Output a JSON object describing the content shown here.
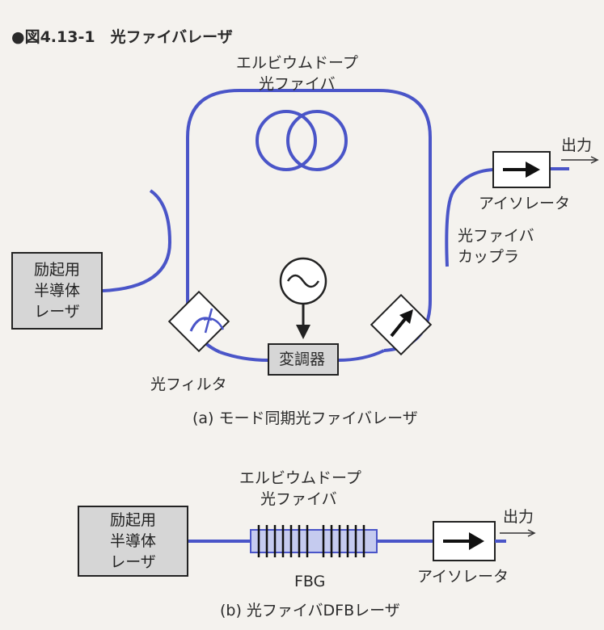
{
  "figure_title": "●図4.13-1　光ファイバレーザ",
  "a": {
    "edf_line1": "エルビウムドープ",
    "edf_line2": "光ファイバ",
    "pump_line1": "励起用",
    "pump_line2": "半導体",
    "pump_line3": "レーザ",
    "modulator": "変調器",
    "filter": "光フィルタ",
    "isolator": "アイソレータ",
    "coupler_line1": "光ファイバ",
    "coupler_line2": "カップラ",
    "output": "出力",
    "caption": "(a) モード同期光ファイバレーザ"
  },
  "b": {
    "edf_line1": "エルビウムドープ",
    "edf_line2": "光ファイバ",
    "pump_line1": "励起用",
    "pump_line2": "半導体",
    "pump_line3": "レーザ",
    "fbg": "FBG",
    "isolator": "アイソレータ",
    "output": "出力",
    "caption": "(b) 光ファイバDFBレーザ"
  },
  "colors": {
    "fiber": "#4a55c8",
    "box_fill": "#d6d6d6",
    "fbg_fill": "#c5cbef"
  }
}
